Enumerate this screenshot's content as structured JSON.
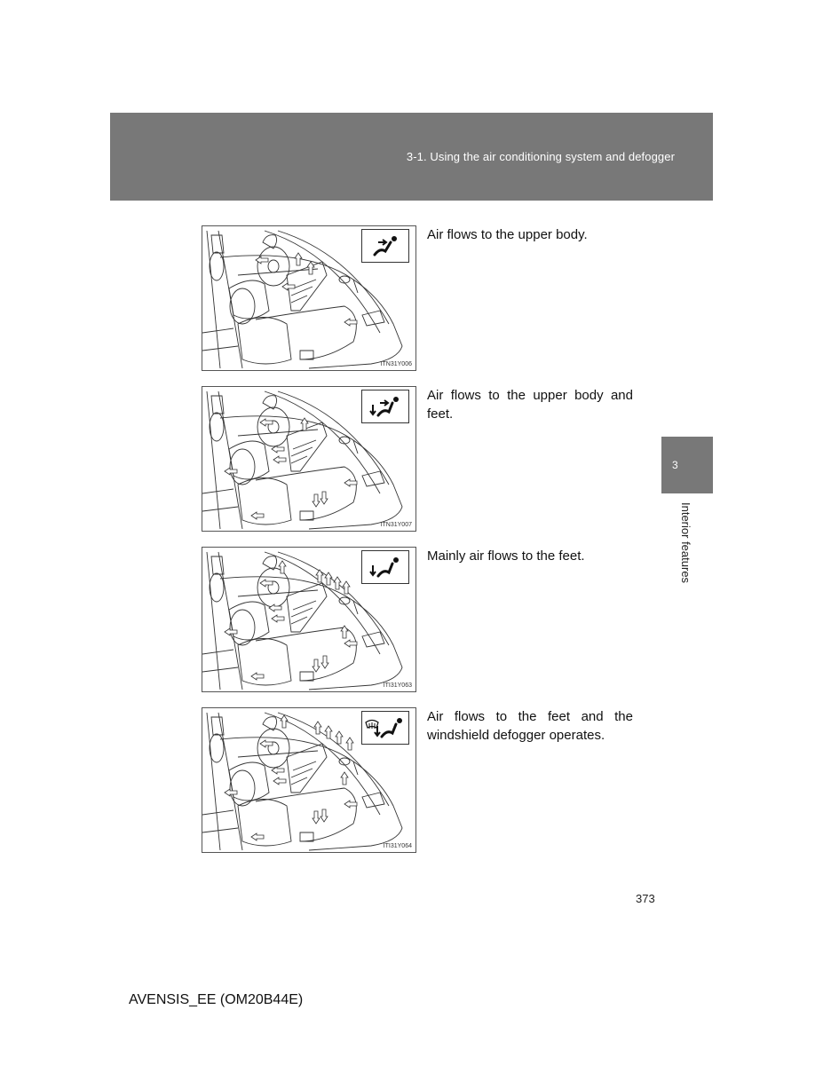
{
  "header": {
    "section_title": "3-1. Using the air conditioning system and defogger"
  },
  "side_tab": {
    "chapter_number": "3",
    "chapter_label": "Interior features"
  },
  "modes": [
    {
      "icon": "face-vent-icon",
      "figure_code": "ITN31Y006",
      "description": "Air flows to the upper body."
    },
    {
      "icon": "bi-level-vent-icon",
      "figure_code": "ITN31Y007",
      "description": "Air flows to the upper body and feet."
    },
    {
      "icon": "foot-vent-icon",
      "figure_code": "ITI31Y063",
      "description": "Mainly air flows to the feet."
    },
    {
      "icon": "foot-defrost-icon",
      "figure_code": "ITI31Y064",
      "description": "Air flows to the feet and the windshield defogger operates."
    }
  ],
  "page_number": "373",
  "footer": {
    "model_code": "AVENSIS_EE (OM20B44E)"
  },
  "colors": {
    "header_band": "#787878",
    "header_text": "#ffffff"
  }
}
